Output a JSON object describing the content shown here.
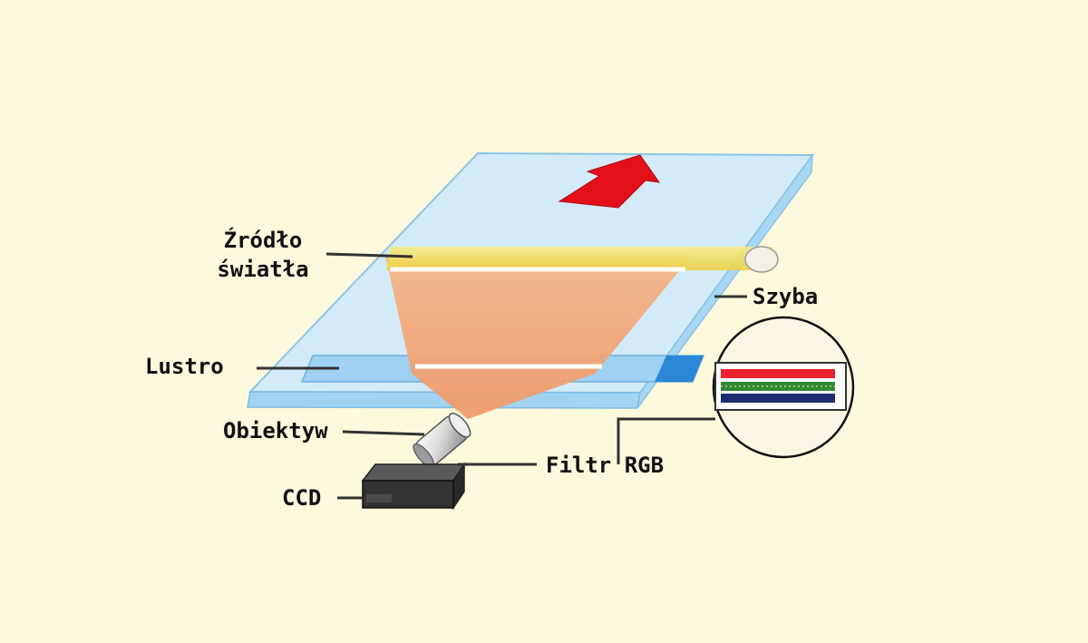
{
  "labels": {
    "light_source_line1": "Źródło",
    "light_source_line2": "światła",
    "mirror": "Lustro",
    "lens": "Obiektyw",
    "ccd": "CCD",
    "glass": "Szyba",
    "rgb_filter": "Filtr RGB"
  },
  "colors": {
    "background": "#fdf9dd",
    "glass": "#cfe7f7",
    "glass_edge": "#88c1e6",
    "light_beam": "#f0a878",
    "lamp": "#f3df55",
    "arrow": "#e3101a",
    "mirror": "#2a8ad8"
  },
  "icons": {
    "direction_arrow": "red-arrow-icon",
    "lens": "lens-cylinder-icon",
    "ccd": "ccd-box-icon",
    "rgb_filter_magnifier": "rgb-filter-icon"
  }
}
